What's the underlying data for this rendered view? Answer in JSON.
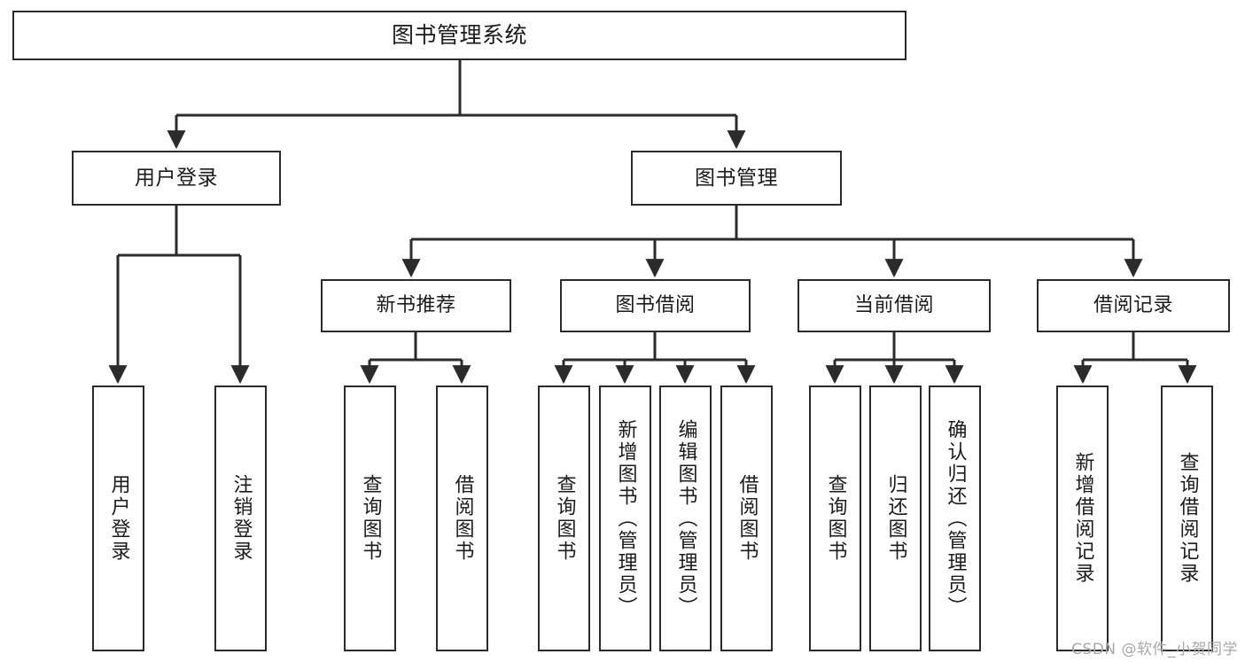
{
  "diagram": {
    "type": "tree",
    "title": "图书管理系统",
    "watermark": "CSDN @软件_小贺同学",
    "colors": {
      "stroke": "#2b2b2b",
      "fill": "#ffffff",
      "text": "#1b1b1b",
      "watermark": "#a8a8a8"
    },
    "root": {
      "label": "图书管理系统"
    },
    "level1": [
      {
        "label": "用户登录"
      },
      {
        "label": "图书管理"
      }
    ],
    "level2": [
      {
        "label": "新书推荐"
      },
      {
        "label": "图书借阅"
      },
      {
        "label": "当前借阅"
      },
      {
        "label": "借阅记录"
      }
    ],
    "leaves": {
      "user_login": [
        {
          "label": "用户登录"
        },
        {
          "label": "注销登录"
        }
      ],
      "new_book": [
        {
          "label": "查询图书"
        },
        {
          "label": "借阅图书"
        }
      ],
      "book_borrow": [
        {
          "label": "查询图书"
        },
        {
          "label": "新增图书（管理员）"
        },
        {
          "label": "编辑图书（管理员）"
        },
        {
          "label": "借阅图书"
        }
      ],
      "current_borrow": [
        {
          "label": "查询图书"
        },
        {
          "label": "归还图书"
        },
        {
          "label": "确认归还（管理员）"
        }
      ],
      "borrow_record": [
        {
          "label": "新增借阅记录"
        },
        {
          "label": "查询借阅记录"
        }
      ]
    }
  }
}
